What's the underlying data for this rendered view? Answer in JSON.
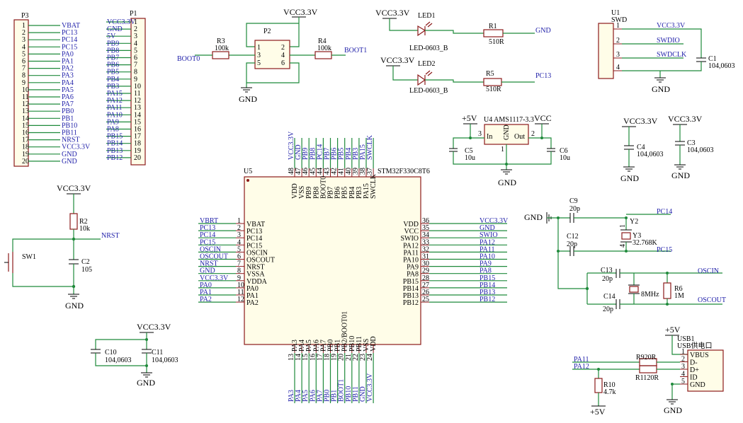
{
  "p3": {
    "designator": "P3",
    "pins": [
      {
        "n": "1",
        "net": "VBAT"
      },
      {
        "n": "2",
        "net": "PC13"
      },
      {
        "n": "3",
        "net": "PC14"
      },
      {
        "n": "4",
        "net": "PC15"
      },
      {
        "n": "5",
        "net": "PA0"
      },
      {
        "n": "6",
        "net": "PA1"
      },
      {
        "n": "7",
        "net": "PA2"
      },
      {
        "n": "8",
        "net": "PA3"
      },
      {
        "n": "9",
        "net": "PA4"
      },
      {
        "n": "10",
        "net": "PA5"
      },
      {
        "n": "11",
        "net": "PA6"
      },
      {
        "n": "12",
        "net": "PA7"
      },
      {
        "n": "13",
        "net": "PB0"
      },
      {
        "n": "14",
        "net": "PB1"
      },
      {
        "n": "15",
        "net": "PB10"
      },
      {
        "n": "16",
        "net": "PB11"
      },
      {
        "n": "17",
        "net": "NRST"
      },
      {
        "n": "18",
        "net": "VCC3.3V"
      },
      {
        "n": "19",
        "net": "GND"
      },
      {
        "n": "20",
        "net": "GND"
      }
    ]
  },
  "p1": {
    "designator": "P1",
    "pins": [
      {
        "n": "1",
        "net": "VCC3.3V"
      },
      {
        "n": "2",
        "net": "GND"
      },
      {
        "n": "3",
        "net": "5V"
      },
      {
        "n": "4",
        "net": "PB9"
      },
      {
        "n": "5",
        "net": "PB8"
      },
      {
        "n": "6",
        "net": "PB7"
      },
      {
        "n": "7",
        "net": "PB6"
      },
      {
        "n": "8",
        "net": "PB5"
      },
      {
        "n": "9",
        "net": "PB4"
      },
      {
        "n": "10",
        "net": "PB3"
      },
      {
        "n": "11",
        "net": "PA15"
      },
      {
        "n": "12",
        "net": "PA12"
      },
      {
        "n": "13",
        "net": "PA11"
      },
      {
        "n": "14",
        "net": "PA10"
      },
      {
        "n": "15",
        "net": "PA9"
      },
      {
        "n": "16",
        "net": "PA8"
      },
      {
        "n": "17",
        "net": "PB15"
      },
      {
        "n": "18",
        "net": "PB14"
      },
      {
        "n": "19",
        "net": "PB13"
      },
      {
        "n": "20",
        "net": "PB12"
      }
    ]
  },
  "boot": {
    "vcc": "VCC3.3V",
    "p2": "P2",
    "r3": "R3",
    "r3v": "100k",
    "r4": "R4",
    "r4v": "100k",
    "boot0": "BOOT0",
    "boot1": "BOOT1",
    "gnd": "GND",
    "pins": [
      "1",
      "2",
      "3",
      "4",
      "5",
      "6"
    ]
  },
  "leds": {
    "vcc1": "VCC3.3V",
    "led1": "LED1",
    "led1v": "LED-0603_B",
    "r1": "R1",
    "r1v": "510R",
    "net1": "GND",
    "vcc2": "VCC3.3V",
    "led2": "LED2",
    "led2v": "LED-0603_B",
    "r5": "R5",
    "r5v": "510R",
    "net2": "PC13"
  },
  "swd": {
    "u1": "U1",
    "name": "SWD",
    "pins": [
      "1",
      "2",
      "3",
      "4"
    ],
    "nets": [
      "VCC3.3V",
      "SWDIO",
      "SWDCLK",
      ""
    ],
    "c1": "C1",
    "c1v": "104,0603",
    "gnd": "GND"
  },
  "reg": {
    "v5": "+5V",
    "u4": "U4 AMS1117-3.3",
    "vcc": "VCC",
    "in": "In",
    "out": "Out",
    "gndpin": "GND",
    "p3": "3",
    "p2": "2",
    "p1": "1",
    "c5": "C5",
    "c5v": "10u",
    "c6": "C6",
    "c6v": "10u",
    "gnd": "GND"
  },
  "dec": {
    "vcc4": "VCC3.3V",
    "c4": "C4",
    "c4v": "104,0603",
    "gnd4": "GND",
    "vcc3": "VCC3.3V",
    "c3": "C3",
    "c3v": "104,0603",
    "gnd3": "GND"
  },
  "reset": {
    "vcc": "VCC3.3V",
    "r2": "R2",
    "r2v": "10k",
    "net": "NRST",
    "sw": "SW1",
    "c2": "C2",
    "c2v": "105",
    "gnd": "GND"
  },
  "mcu": {
    "designator": "U5",
    "part": "STM32F330C8T6",
    "left": [
      {
        "n": "1",
        "pin": "VBAT",
        "net": "VBRT"
      },
      {
        "n": "2",
        "pin": "PC13",
        "net": "PC13"
      },
      {
        "n": "3",
        "pin": "PC14",
        "net": "PC14"
      },
      {
        "n": "4",
        "pin": "PC15",
        "net": "PC15"
      },
      {
        "n": "5",
        "pin": "OSCIN",
        "net": "OSCIN"
      },
      {
        "n": "6",
        "pin": "OSCOUT",
        "net": "OSCOUT"
      },
      {
        "n": "7",
        "pin": "NRST",
        "net": "NRST"
      },
      {
        "n": "8",
        "pin": "VSSA",
        "net": "GND"
      },
      {
        "n": "9",
        "pin": "VDDA",
        "net": "VCC3.3V"
      },
      {
        "n": "10",
        "pin": "PA0",
        "net": "PA0"
      },
      {
        "n": "11",
        "pin": "PA1",
        "net": "PA1"
      },
      {
        "n": "12",
        "pin": "PA2",
        "net": "PA2"
      }
    ],
    "right": [
      {
        "n": "36",
        "pin": "VDD",
        "net": "VCC3.3V"
      },
      {
        "n": "35",
        "pin": "VCC",
        "net": "GND"
      },
      {
        "n": "34",
        "pin": "SWIO",
        "net": "SWIO"
      },
      {
        "n": "33",
        "pin": "PA12",
        "net": "PA12"
      },
      {
        "n": "32",
        "pin": "PA11",
        "net": "PA11"
      },
      {
        "n": "31",
        "pin": "PA10",
        "net": "PA10"
      },
      {
        "n": "30",
        "pin": "PA9",
        "net": "PA9"
      },
      {
        "n": "29",
        "pin": "PA8",
        "net": "PA8"
      },
      {
        "n": "28",
        "pin": "PB15",
        "net": "PB15"
      },
      {
        "n": "27",
        "pin": "PB14",
        "net": "PB14"
      },
      {
        "n": "26",
        "pin": "PB13",
        "net": "PB13"
      },
      {
        "n": "25",
        "pin": "PB12",
        "net": "PB12"
      }
    ],
    "top": [
      {
        "n": "48",
        "pin": "VDD",
        "net": "VCC3.3V"
      },
      {
        "n": "47",
        "pin": "VSS",
        "net": "GND"
      },
      {
        "n": "46",
        "pin": "PB9",
        "net": "PB9"
      },
      {
        "n": "45",
        "pin": "PB8",
        "net": "PB8"
      },
      {
        "n": "44",
        "pin": "BOOT0",
        "net": "PC14"
      },
      {
        "n": "43",
        "pin": "PB7",
        "net": "PB7"
      },
      {
        "n": "42",
        "pin": "PB6",
        "net": "PB6"
      },
      {
        "n": "41",
        "pin": "PB5",
        "net": "PB5"
      },
      {
        "n": "40",
        "pin": "PB4",
        "net": "PB4"
      },
      {
        "n": "39",
        "pin": "PB3",
        "net": "PB3"
      },
      {
        "n": "38",
        "pin": "PA15",
        "net": "PA15"
      },
      {
        "n": "37",
        "pin": "SWCLK",
        "net": "SWCLK"
      }
    ],
    "bottom": [
      {
        "n": "13",
        "pin": "PA3",
        "net": "PA3"
      },
      {
        "n": "14",
        "pin": "PA4",
        "net": "PA4"
      },
      {
        "n": "15",
        "pin": "PA5",
        "net": "PA5"
      },
      {
        "n": "16",
        "pin": "PA6",
        "net": "PA6"
      },
      {
        "n": "17",
        "pin": "PA7",
        "net": "PA7"
      },
      {
        "n": "18",
        "pin": "PB0",
        "net": "PB0"
      },
      {
        "n": "19",
        "pin": "PB1",
        "net": "PB1"
      },
      {
        "n": "20",
        "pin": "PB2/BOOT01",
        "net": "BOOT1"
      },
      {
        "n": "21",
        "pin": "PB10",
        "net": "PB10"
      },
      {
        "n": "22",
        "pin": "PB11",
        "net": "PB11"
      },
      {
        "n": "23",
        "pin": "VSS",
        "net": "GND"
      },
      {
        "n": "24",
        "pin": "VDD",
        "net": "VCC3.3V"
      }
    ]
  },
  "crystal": {
    "gnd": "GND",
    "c9": "C9",
    "c9v": "20p",
    "y2": "Y2",
    "y3": "Y3",
    "y3v": "32.768K",
    "c12": "C12",
    "c12v": "20p",
    "pc14": "PC14",
    "pc15": "PC15",
    "y3p1": "1",
    "y3p4": "4",
    "c13": "C13",
    "c13v": "20p",
    "c14": "C14",
    "c14v": "20p",
    "x8": "8MHz",
    "r6": "R6",
    "r6v": "1M",
    "oscin": "OSCIN",
    "oscout": "OSCOUT"
  },
  "dec2": {
    "vcc": "VCC3.3V",
    "c10": "C10",
    "c10v": "104,0603",
    "c11": "C11",
    "c11v": "104,0603",
    "gnd": "GND"
  },
  "usb": {
    "v5": "+5V",
    "usb1": "USB1",
    "name": "USB供电口",
    "pins": [
      "1",
      "2",
      "3",
      "4",
      "5"
    ],
    "pinnames": [
      "VBUS",
      "D-",
      "D+",
      "ID",
      "GND"
    ],
    "r9": "R9",
    "r9v": "20R",
    "r11": "R11",
    "r11v": "20R",
    "pa11": "PA11",
    "pa12": "PA12",
    "r10": "R10",
    "r10v": "4.7k",
    "v5b": "+5V",
    "gnd": "GND"
  }
}
